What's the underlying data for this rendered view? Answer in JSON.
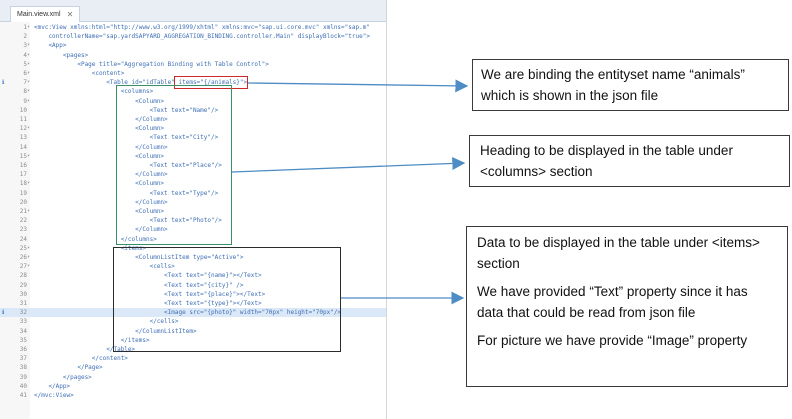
{
  "editor": {
    "tab_label": "Main.view.xml",
    "tab_close": "✕",
    "lines": [
      {
        "n": "1",
        "f": "▾",
        "code": "<mvc:View xmlns:html=\"http://www.w3.org/1999/xhtml\" xmlns:mvc=\"sap.ui.core.mvc\" xmlns=\"sap.m\""
      },
      {
        "n": "2",
        "f": "",
        "code": "    controllerName=\"sap.yardSAPYARD_AGGREGATION_BINDING.controller.Main\" displayBlock=\"true\">"
      },
      {
        "n": "3",
        "f": "▾",
        "code": "    <App>"
      },
      {
        "n": "4",
        "f": "▾",
        "code": "        <pages>"
      },
      {
        "n": "5",
        "f": "▾",
        "code": "            <Page title=\"Aggregation Binding with Table Control\">"
      },
      {
        "n": "6",
        "f": "▾",
        "code": "                <content>"
      },
      {
        "n": "7",
        "f": "▾",
        "code": "                    <Table id=\"idTable\" items=\"{/animals}\">"
      },
      {
        "n": "8",
        "f": "▾",
        "code": "                        <columns>"
      },
      {
        "n": "9",
        "f": "▾",
        "code": "                            <Column>"
      },
      {
        "n": "10",
        "f": "",
        "code": "                                <Text text=\"Name\"/>"
      },
      {
        "n": "11",
        "f": "",
        "code": "                            </Column>"
      },
      {
        "n": "12",
        "f": "▾",
        "code": "                            <Column>"
      },
      {
        "n": "13",
        "f": "",
        "code": "                                <Text text=\"City\"/>"
      },
      {
        "n": "14",
        "f": "",
        "code": "                            </Column>"
      },
      {
        "n": "15",
        "f": "▾",
        "code": "                            <Column>"
      },
      {
        "n": "16",
        "f": "",
        "code": "                                <Text text=\"Place\"/>"
      },
      {
        "n": "17",
        "f": "",
        "code": "                            </Column>"
      },
      {
        "n": "18",
        "f": "▾",
        "code": "                            <Column>"
      },
      {
        "n": "19",
        "f": "",
        "code": "                                <Text text=\"Type\"/>"
      },
      {
        "n": "20",
        "f": "",
        "code": "                            </Column>"
      },
      {
        "n": "21",
        "f": "▾",
        "code": "                            <Column>"
      },
      {
        "n": "22",
        "f": "",
        "code": "                                <Text text=\"Photo\"/>"
      },
      {
        "n": "23",
        "f": "",
        "code": "                            </Column>"
      },
      {
        "n": "24",
        "f": "",
        "code": "                        </columns>"
      },
      {
        "n": "25",
        "f": "▾",
        "code": "                        <items>"
      },
      {
        "n": "26",
        "f": "▾",
        "code": "                            <ColumnListItem type=\"Active\">"
      },
      {
        "n": "27",
        "f": "▾",
        "code": "                                <cells>"
      },
      {
        "n": "28",
        "f": "",
        "code": "                                    <Text text=\"{name}\"></Text>"
      },
      {
        "n": "29",
        "f": "",
        "code": "                                    <Text text=\"{city}\" />"
      },
      {
        "n": "30",
        "f": "",
        "code": "                                    <Text text=\"{place}\"></Text>"
      },
      {
        "n": "31",
        "f": "",
        "code": "                                    <Text text=\"{type}\"></Text>"
      },
      {
        "n": "32",
        "f": "",
        "code": "                                    <Image src=\"{photo}\" width=\"70px\" height=\"70px\"/>"
      },
      {
        "n": "33",
        "f": "",
        "code": "                                </cells>"
      },
      {
        "n": "34",
        "f": "",
        "code": "                            </ColumnListItem>"
      },
      {
        "n": "35",
        "f": "",
        "code": "                        </items>"
      },
      {
        "n": "36",
        "f": "",
        "code": "                    </Table>"
      },
      {
        "n": "37",
        "f": "",
        "code": "                </content>"
      },
      {
        "n": "38",
        "f": "",
        "code": "            </Page>"
      },
      {
        "n": "39",
        "f": "",
        "code": "        </pages>"
      },
      {
        "n": "40",
        "f": "",
        "code": "    </App>"
      },
      {
        "n": "41",
        "f": "",
        "code": "</mvc:View>"
      }
    ]
  },
  "callouts": {
    "binding": {
      "text": "We are binding the entityset name “animals” which is shown in the json file"
    },
    "columns": {
      "text": "Heading to be displayed in the table under <columns> section"
    },
    "items": {
      "p1": "Data to be displayed in the table under <items> section",
      "p2": "We have provided “Text” property since it has data that could be read from json file",
      "p3": "For picture we have provide “Image” property"
    }
  },
  "colors": {
    "binding_frame": "#cc2a2a",
    "columns_frame": "#3a8f67",
    "items_frame": "#2b2b2b",
    "arrow": "#4d8cc4",
    "code_text": "#3f6fb5"
  }
}
